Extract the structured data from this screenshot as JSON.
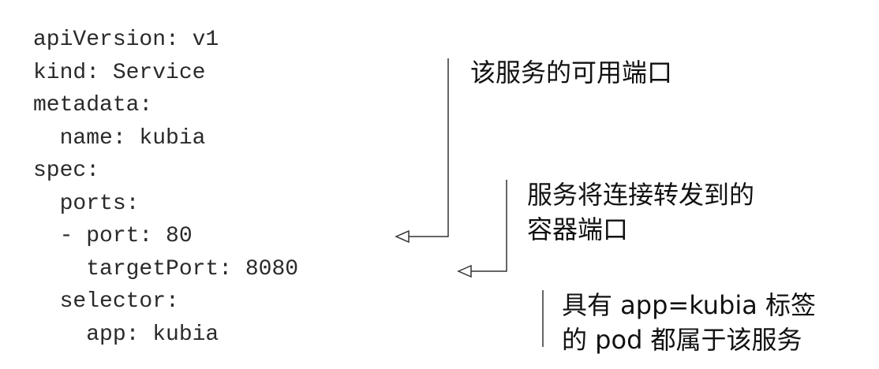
{
  "code_lines": [
    "apiVersion: v1",
    "kind: Service",
    "metadata:",
    "  name: kubia",
    "spec:",
    "  ports:",
    "  - port: 80",
    "    targetPort: 8080",
    "  selector:",
    "    app: kubia"
  ],
  "annotations": {
    "port": {
      "lines": [
        "该服务的可用端口"
      ]
    },
    "target_port": {
      "lines": [
        "服务将连接转发到的",
        "容器端口"
      ]
    },
    "selector": {
      "lines": [
        "具有 app=kubia 标签",
        "的 pod 都属于该服务"
      ]
    }
  },
  "colors": {
    "code_text": "#2a2a2a",
    "annotation_text": "#111111",
    "connector_line": "#333333"
  }
}
